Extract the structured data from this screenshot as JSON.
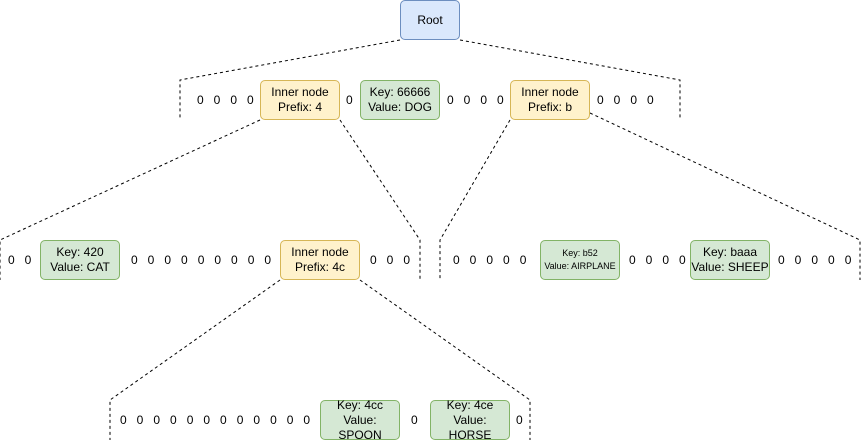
{
  "root": {
    "label": "Root"
  },
  "level1": {
    "zeros_left": "0   0   0   0",
    "inner4": {
      "line1": "Inner node",
      "line2": "Prefix: 4"
    },
    "zero_mid": "0",
    "dog": {
      "key": "Key: 66666",
      "value": "Value: DOG"
    },
    "zeros_mid2": "0   0   0   0",
    "innerb": {
      "line1": "Inner node",
      "line2": "Prefix: b"
    },
    "zeros_right": "0   0   0   0"
  },
  "level2_left": {
    "zeros_left": "0   0",
    "cat": {
      "key": "Key: 420",
      "value": "Value: CAT"
    },
    "zeros_mid": "0   0   0   0   0   0   0   0   0   0",
    "inner4c": {
      "line1": "Inner node",
      "line2": "Prefix: 4c"
    },
    "zeros_right": "0   0   0"
  },
  "level2_right": {
    "zeros_left": "0   0   0   0   0",
    "airplane": {
      "key": "Key: b52",
      "value": "Value: AIRPLANE"
    },
    "zeros_mid": "0   0   0   0",
    "sheep": {
      "key": "Key: baaa",
      "value": "Value: SHEEP"
    },
    "zeros_right": "0   0   0   0   0"
  },
  "level3": {
    "zeros_left": "0   0   0   0   0   0   0   0   0   0   0   0",
    "spoon": {
      "key": "Key: 4cc",
      "value": "Value: SPOON"
    },
    "zero_mid": "0",
    "horse": {
      "key": "Key: 4ce",
      "value": "Value: HORSE"
    },
    "zero_right": "0"
  },
  "colors": {
    "root_fill": "#dae8fc",
    "root_stroke": "#6c8ebf",
    "inner_fill": "#fff2cc",
    "inner_stroke": "#d6b656",
    "leaf_fill": "#d5e8d4",
    "leaf_stroke": "#82b366"
  }
}
